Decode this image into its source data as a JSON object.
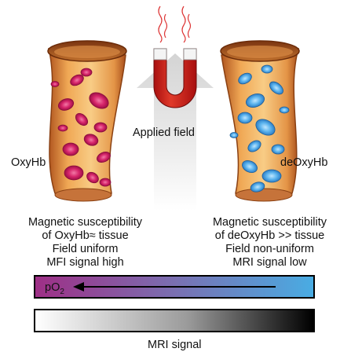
{
  "labels": {
    "left_vessel": "OxyHb",
    "right_vessel": "deOxyHb",
    "magnet": "Applied field"
  },
  "left_text": {
    "line1": "Magnetic susceptibility",
    "line2": "of OxyHb≈ tissue",
    "line3": "Field uniform",
    "line4": "MFI signal high"
  },
  "right_text": {
    "line1": "Magnetic susceptibility",
    "line2": "of deOxyHb >> tissue",
    "line3": "Field non-uniform",
    "line4": "MRI signal low"
  },
  "po2_bar": {
    "label_main": "pO",
    "label_sub": "2"
  },
  "mri_bar": {
    "label": "MRI signal"
  },
  "colors": {
    "vessel_outer": "#c06a30",
    "vessel_inner": "#f3b15c",
    "oxy_cell": "#d7266b",
    "deoxy_cell": "#4ea9e6",
    "magnet_red": "#d42020",
    "gradient_start": "#9e2f86",
    "gradient_end": "#49ace3"
  }
}
